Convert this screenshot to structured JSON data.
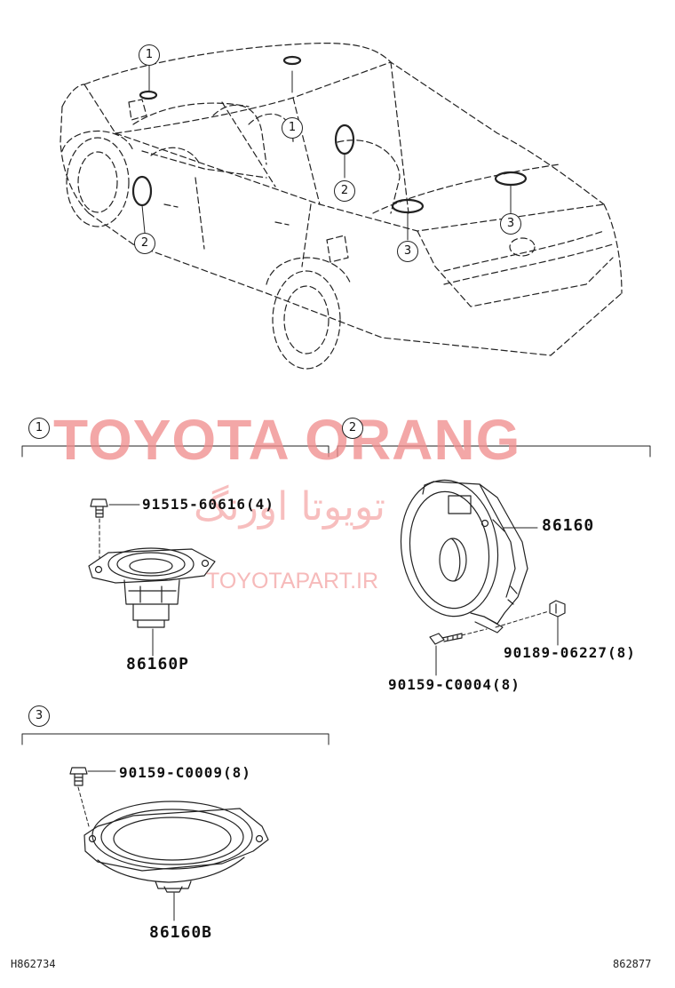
{
  "watermark": {
    "brand": "TOYOTA ORANG",
    "persian": "تویوتا اورنگ",
    "url": "TOYOTAPART.IR"
  },
  "callouts": [
    "1",
    "2",
    "3"
  ],
  "sections": [
    {
      "id": "1",
      "parts": [
        {
          "number": "91515-60616(4)"
        },
        {
          "number": "86160P"
        }
      ]
    },
    {
      "id": "2",
      "parts": [
        {
          "number": "86160"
        },
        {
          "number": "90189-06227(8)"
        },
        {
          "number": "90159-C0004(8)"
        }
      ]
    },
    {
      "id": "3",
      "parts": [
        {
          "number": "90159-C0009(8)"
        },
        {
          "number": "86160B"
        }
      ]
    }
  ],
  "footer": {
    "left_code": "H862734",
    "right_code": "862877"
  }
}
